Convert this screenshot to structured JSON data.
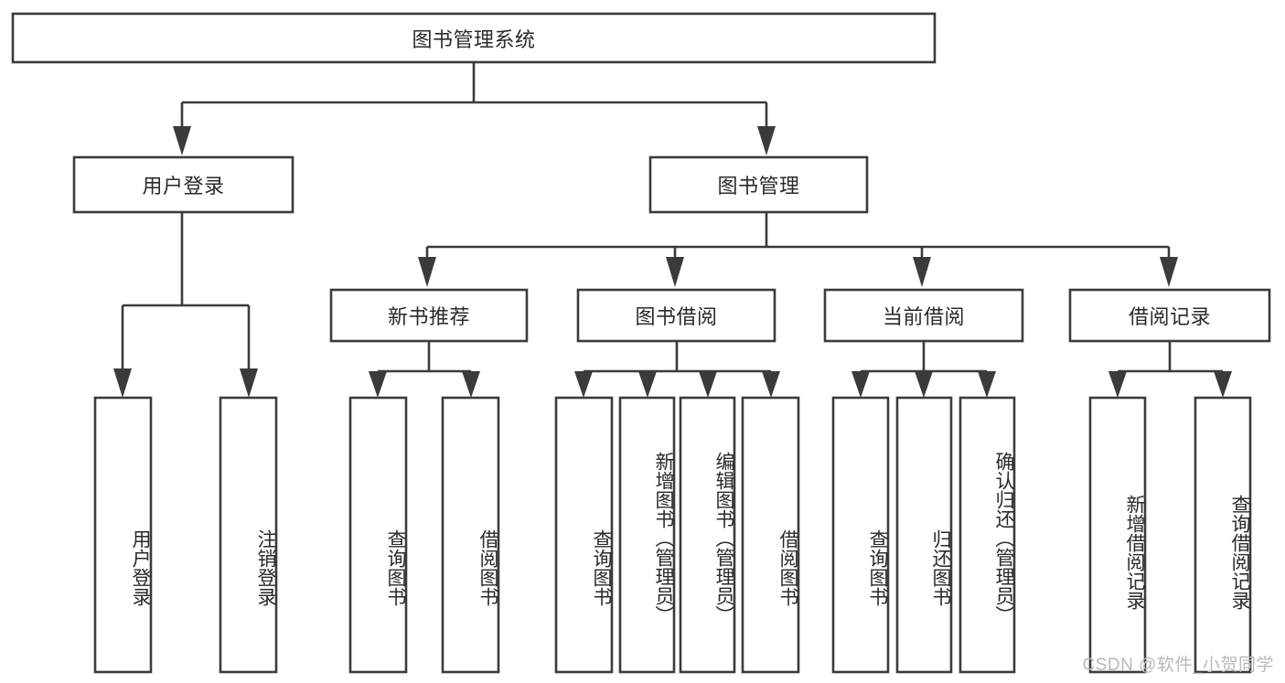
{
  "diagram": {
    "type": "tree",
    "title_node": {
      "label": "图书管理系统"
    },
    "level2": [
      {
        "id": "user-login",
        "label": "用户登录"
      },
      {
        "id": "book-management",
        "label": "图书管理"
      }
    ],
    "level3": [
      {
        "id": "new-book-recommend",
        "label": "新书推荐",
        "parent": "book-management"
      },
      {
        "id": "book-borrow",
        "label": "图书借阅",
        "parent": "book-management"
      },
      {
        "id": "current-borrow",
        "label": "当前借阅",
        "parent": "book-management"
      },
      {
        "id": "borrow-record",
        "label": "借阅记录",
        "parent": "book-management"
      }
    ],
    "leaves": {
      "user-login": [
        {
          "id": "leaf-user-login",
          "label": "用户登录"
        },
        {
          "id": "leaf-logout-login",
          "label": "注销登录"
        }
      ],
      "new-book-recommend": [
        {
          "id": "leaf-query-book-1",
          "label": "查询图书"
        },
        {
          "id": "leaf-borrow-book-1",
          "label": "借阅图书"
        }
      ],
      "book-borrow": [
        {
          "id": "leaf-query-book-2",
          "label": "查询图书"
        },
        {
          "id": "leaf-add-book",
          "label": "新增图书（管理员）"
        },
        {
          "id": "leaf-edit-book",
          "label": "编辑图书（管理员）"
        },
        {
          "id": "leaf-borrow-book-2",
          "label": "借阅图书"
        }
      ],
      "current-borrow": [
        {
          "id": "leaf-query-book-3",
          "label": "查询图书"
        },
        {
          "id": "leaf-return-book",
          "label": "归还图书"
        },
        {
          "id": "leaf-confirm-return",
          "label": "确认归还（管理员）"
        }
      ],
      "borrow-record": [
        {
          "id": "leaf-add-record",
          "label": "新增借阅记录"
        },
        {
          "id": "leaf-query-record",
          "label": "查询借阅记录"
        }
      ]
    }
  },
  "watermark": {
    "text": "CSDN @软件_小贺同学"
  },
  "colors": {
    "stroke": "#3b3b3b",
    "box_fill": "#ffffff",
    "text": "#2a2a2a",
    "watermark": "#b9b9b9",
    "background": "#ffffff"
  }
}
